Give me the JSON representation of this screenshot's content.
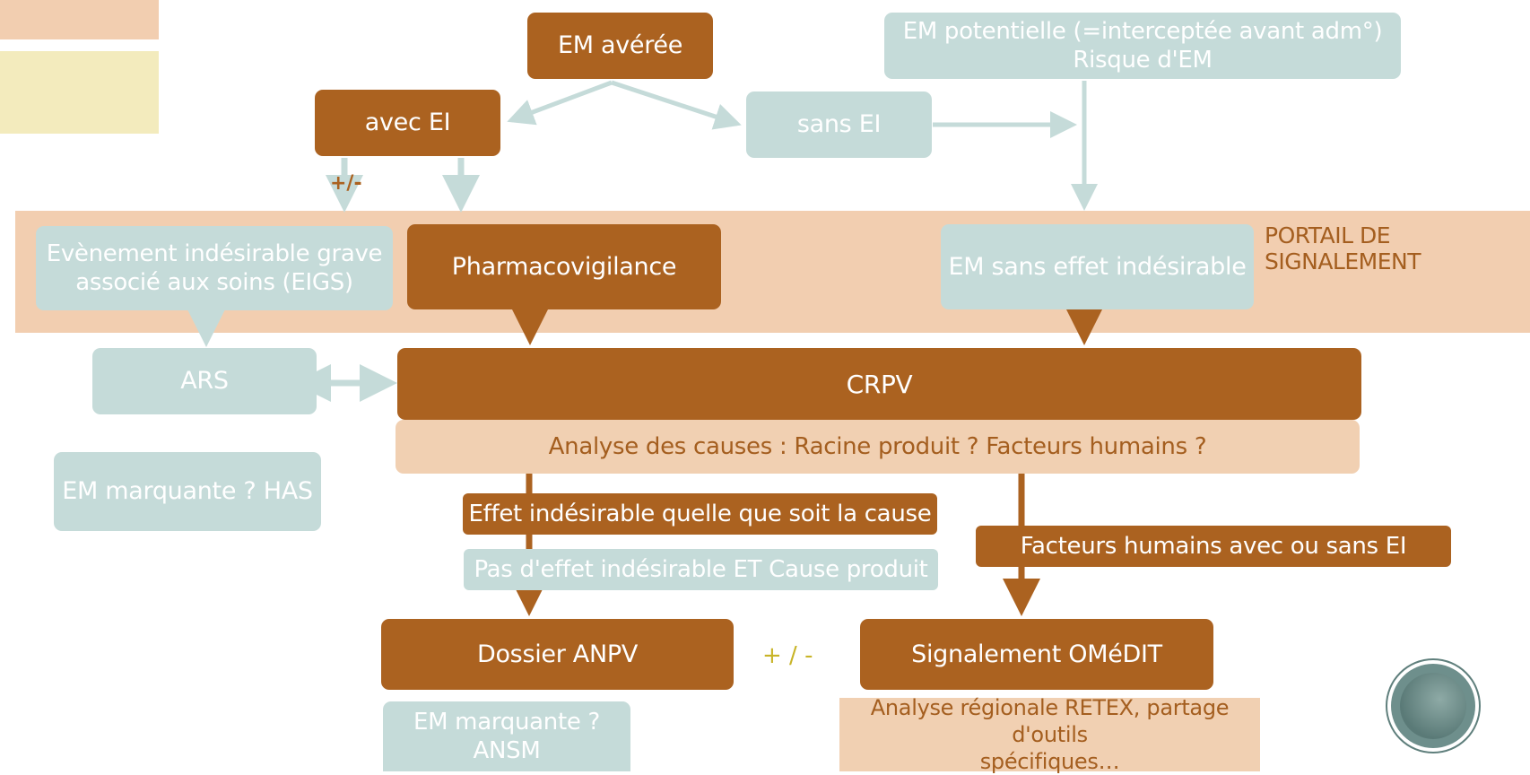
{
  "nodes": {
    "em_averee": "EM avérée",
    "em_potentielle_line1": "EM potentielle (=interceptée avant adm°)",
    "em_potentielle_line2": "Risque d'EM",
    "avec_ei": "avec EI",
    "sans_ei": "sans EI",
    "eigs_line1": "Evènement indésirable grave",
    "eigs_line2": "associé aux soins (EIGS)",
    "pharmacovigilance": "Pharmacovigilance",
    "em_sans_effet": "EM sans effet indésirable",
    "ars": "ARS",
    "crpv": "CRPV",
    "analyse_causes": "Analyse des causes : Racine produit ? Facteurs humains ?",
    "em_marquante_has": "EM marquante ? HAS",
    "effet_indesirable": "Effet indésirable quelle que soit la cause",
    "pas_effet": "Pas d'effet indésirable ET Cause produit",
    "facteurs_humains": "Facteurs humains avec ou sans EI",
    "dossier_anpv": "Dossier ANPV",
    "signalement_omedit": "Signalement OMéDIT",
    "em_marquante_ansm_line1": "EM marquante ?",
    "em_marquante_ansm_line2": "ANSM",
    "analyse_regionale_line1": "Analyse régionale RETEX, partage d'outils",
    "analyse_regionale_line2": "spécifiques…"
  },
  "labels": {
    "portail": "PORTAIL DE SIGNALEMENT",
    "plus_minus_small": "+/-",
    "plus_minus_mid": "+ / -"
  },
  "colors": {
    "brown": "#ab6220",
    "grey_blue": "#c5dbd9",
    "peach": "#f1d0b2",
    "band": "#f2ceb0",
    "yellow_accent": "#c8b428",
    "cream": "#f3ebbd"
  }
}
